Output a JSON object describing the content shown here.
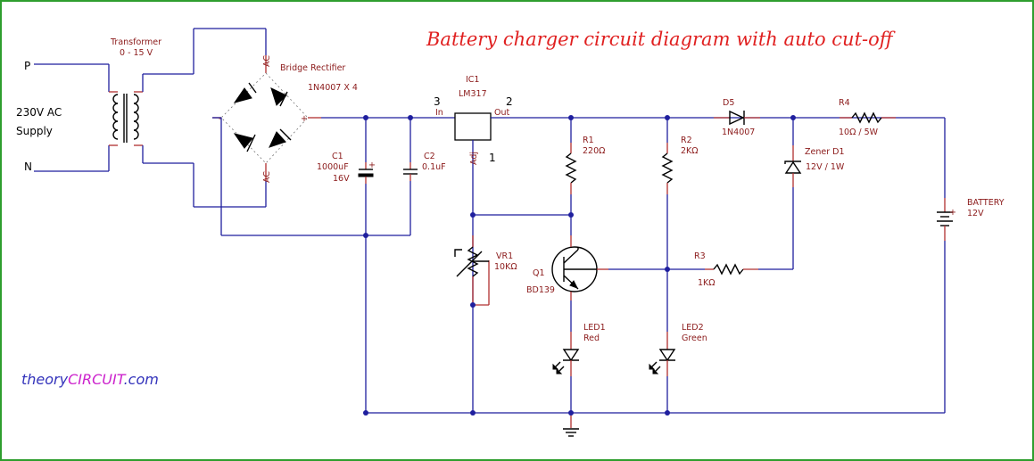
{
  "title": "Battery charger circuit diagram with auto cut-off",
  "brand": {
    "part1": "theory",
    "part2": "CIRCUIT",
    "part3": ".com"
  },
  "source": {
    "p": "P",
    "n": "N",
    "line1": "230V AC",
    "line2": "Supply"
  },
  "transformer": {
    "name": "Transformer",
    "value": "0 - 15 V"
  },
  "rectifier": {
    "name": "Bridge Rectifier",
    "diodes": "1N4007 X 4",
    "ac": "AC"
  },
  "c1": {
    "name": "C1",
    "value": "1000uF",
    "voltage": "16V"
  },
  "c2": {
    "name": "C2",
    "value": "0.1uF"
  },
  "ic1": {
    "name": "IC1",
    "part": "LM317",
    "pin_in_num": "3",
    "pin_in": "In",
    "pin_out_num": "2",
    "pin_out": "Out",
    "pin_adj": "Adj",
    "pin_adj_num": "1"
  },
  "r1": {
    "name": "R1",
    "value": "220Ω"
  },
  "r2": {
    "name": "R2",
    "value": "2KΩ"
  },
  "r3": {
    "name": "R3",
    "value": "1KΩ"
  },
  "r4": {
    "name": "R4",
    "value": "10Ω / 5W"
  },
  "d5": {
    "name": "D5",
    "value": "1N4007"
  },
  "zener": {
    "name": "Zener D1",
    "value": "12V / 1W"
  },
  "vr1": {
    "name": "VR1",
    "value": "10KΩ"
  },
  "q1": {
    "name": "Q1",
    "value": "BD139"
  },
  "led1": {
    "name": "LED1",
    "color": "Red"
  },
  "led2": {
    "name": "LED2",
    "color": "Green"
  },
  "battery": {
    "name": "BATTERY",
    "value": "12V",
    "plus": "+"
  },
  "colors": {
    "wire": "#1f1f9e",
    "lead": "#b03030",
    "title": "#e02020",
    "label": "#8b1a1a",
    "border": "#2e9e2e"
  }
}
